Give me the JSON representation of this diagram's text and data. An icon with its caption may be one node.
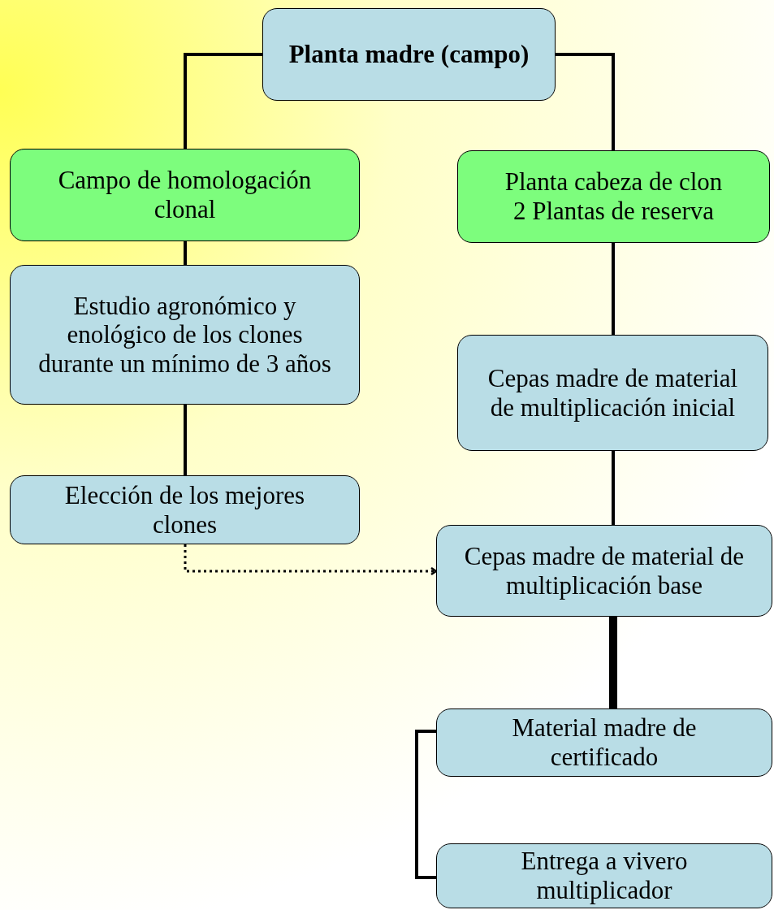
{
  "diagram": {
    "nodes": [
      {
        "text": [
          "Planta madre (campo)"
        ]
      },
      {
        "text": [
          "Campo de homologación clonal"
        ]
      },
      {
        "text": [
          "Planta cabeza de clon",
          "2 Plantas de reserva"
        ]
      },
      {
        "text": [
          "Estudio agronómico y enológico de los clones durante un mínimo de 3 años"
        ]
      },
      {
        "text": [
          "Cepas madre de material de multiplicación inicial"
        ]
      },
      {
        "text": [
          "Elección de los mejores clones"
        ]
      },
      {
        "text": [
          "Cepas madre de material de multiplicación base"
        ]
      },
      {
        "text": [
          "Material madre de certificado"
        ]
      },
      {
        "text": [
          "Entrega a vivero multiplicador"
        ]
      }
    ],
    "edges": [
      {
        "from": 0,
        "to": 1,
        "arrow": "none"
      },
      {
        "from": 0,
        "to": 2,
        "arrow": "none"
      },
      {
        "from": 1,
        "to": 3,
        "arrow": "none"
      },
      {
        "from": 3,
        "to": 5,
        "arrow": "none"
      },
      {
        "from": 2,
        "to": 4,
        "arrow": "none"
      },
      {
        "from": 4,
        "to": 6,
        "arrow": "none"
      },
      {
        "from": 5,
        "to": 6,
        "arrow": "to",
        "style": "dashed"
      },
      {
        "from": 6,
        "to": 7,
        "arrow": "none",
        "style": "thick"
      },
      {
        "from": 7,
        "to": 8,
        "arrow": "none"
      }
    ]
  }
}
